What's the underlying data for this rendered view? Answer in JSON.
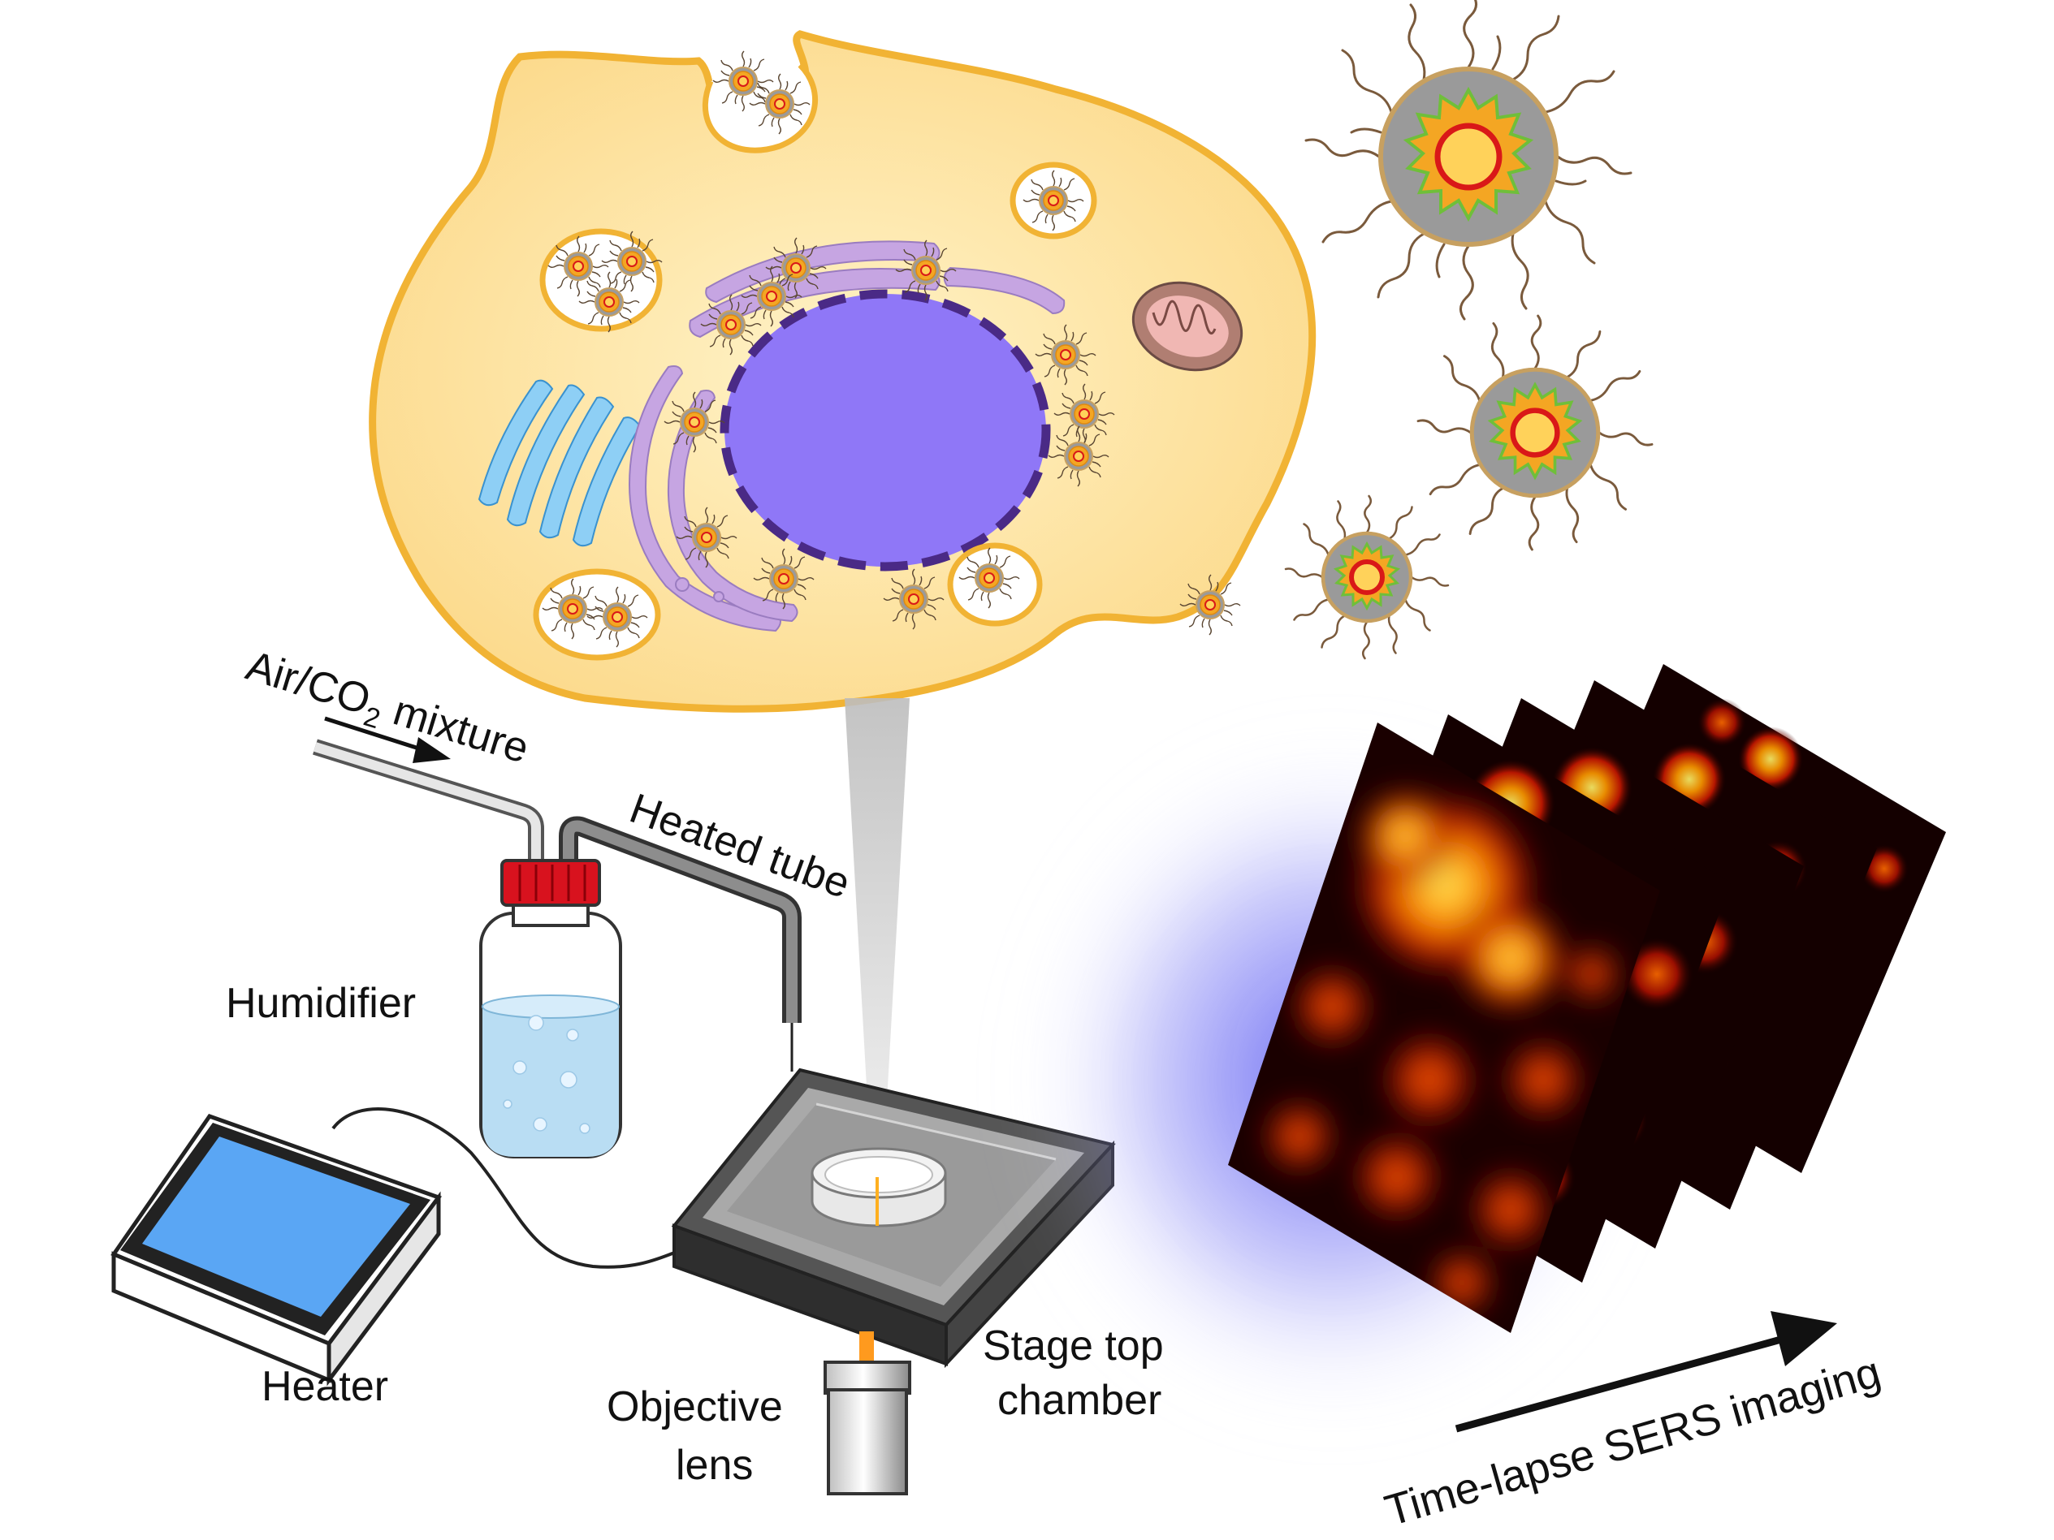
{
  "labels": {
    "air_pre": "Air/CO",
    "air_sub": "2",
    "air_post": " mixture",
    "heated_tube": "Heated tube",
    "humidifier": "Humidifier",
    "heater": "Heater",
    "objective_line1": "Objective",
    "objective_line2": "lens",
    "stage_line1": "Stage top",
    "stage_line2": "chamber",
    "timelapse": "Time-lapse SERS imaging"
  },
  "colors": {
    "cytoplasm": "#fcd98a",
    "cell_membrane": "#f1b334",
    "nucleus": "#8f77f7",
    "nuclear_envelope": "#4a2a86",
    "er": "#c6a5e2",
    "golgi": "#8ecff5",
    "mitochondrion": "#b07e72",
    "np_core": "#d91818",
    "np_gold": "#f4a623",
    "np_shell": "#9a9a9a",
    "ligand": "#7a5a3c",
    "cap": "#d8121e",
    "water": "#b9ddf3",
    "heater_screen": "#5aa6f4",
    "sers_hot": "#ff9a00",
    "glow": "#5a5af0"
  },
  "icons": {
    "arrow_in": "arrow-right-icon",
    "arrow_time": "arrow-right-icon"
  }
}
